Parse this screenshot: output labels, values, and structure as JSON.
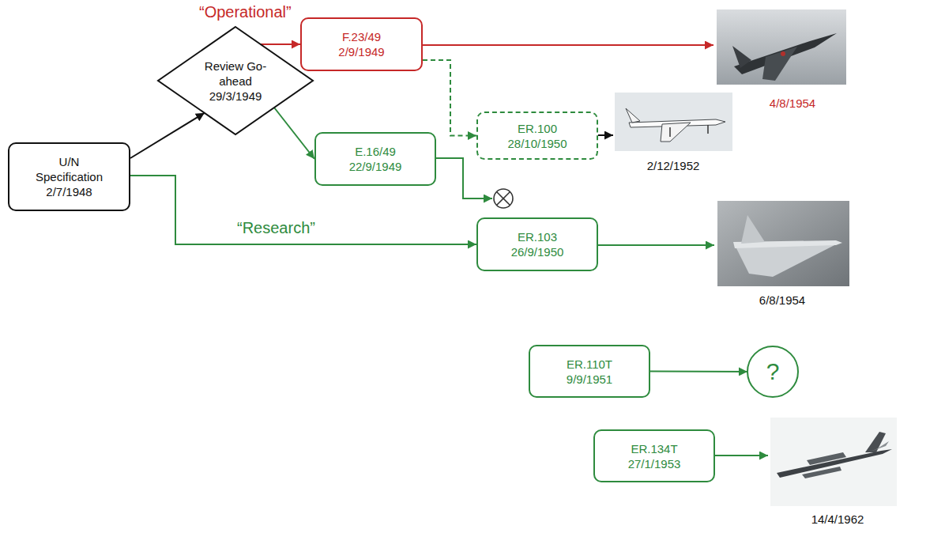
{
  "diagram": {
    "nodes": [
      {
        "text": [
          "U/N Specification",
          "2/7/1948"
        ]
      },
      {
        "text": [
          "Review Go-ahead",
          "29/3/1949"
        ]
      },
      {
        "text": [
          "F.23/49",
          "2/9/1949"
        ]
      },
      {
        "text": [
          "ER.100",
          "28/10/1950"
        ]
      },
      {
        "text": [
          "E.16/49",
          "22/9/1949"
        ]
      },
      {
        "text": [
          "ER.103",
          "26/9/1950"
        ]
      },
      {
        "text": [
          "ER.110T",
          "9/9/1951"
        ]
      },
      {
        "text": [
          "?"
        ]
      },
      {
        "text": [
          "ER.134T",
          "27/1/1953"
        ]
      }
    ],
    "edges": [
      {
        "from": 0,
        "to": 1,
        "arrow": "to"
      },
      {
        "from": 1,
        "to": 2,
        "arrow": "to",
        "label": "“Operational”"
      },
      {
        "from": 1,
        "to": 4,
        "arrow": "to"
      },
      {
        "from": 0,
        "to": 5,
        "arrow": "to",
        "label": "“Research”"
      },
      {
        "from": 2,
        "to": 3,
        "arrow": "to"
      },
      {
        "from": 6,
        "to": 7,
        "arrow": "to"
      }
    ],
    "labels": [
      "4/8/1954",
      "2/12/1952",
      "6/8/1954",
      "14/4/1962"
    ]
  }
}
